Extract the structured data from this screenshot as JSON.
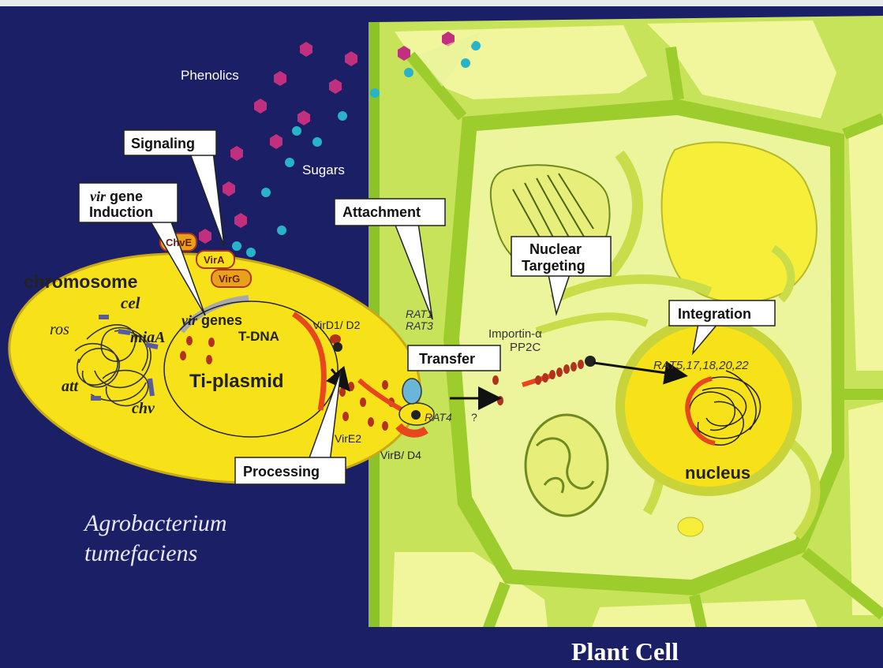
{
  "labels": {
    "phenolics": "Phenolics",
    "sugars": "Sugars",
    "signaling": "Signaling",
    "vir_gene_induction_italic": "vir",
    "vir_gene_induction_rest": " gene",
    "vir_gene_induction_line2": "Induction",
    "chve": "ChvE",
    "vira": "VirA",
    "virg": "VirG",
    "chromosome": "chromosome",
    "cel": "cel",
    "ros": "ros",
    "miaA": "miaA",
    "att": "att",
    "chv": "chv",
    "vir_genes_italic": "vir",
    "vir_genes_rest": " genes",
    "t_dna": "T-DNA",
    "ti_plasmid": "Ti-plasmid",
    "vird1_d2": "VirD1/ D2",
    "vire2": "VirE2",
    "virb_d4": "VirB/ D4",
    "processing": "Processing",
    "attachment": "Attachment",
    "rat1": "RAT1",
    "rat3": "RAT3",
    "transfer": "Transfer",
    "rat4": "RAT4",
    "question": "?",
    "nuclear_targeting_1": "Nuclear",
    "nuclear_targeting_2": "Targeting",
    "importin": "Importin-α",
    "pp2c": "PP2C",
    "integration": "Integration",
    "rat_list": "RAT5,17,18,20,22",
    "nucleus": "nucleus",
    "agrobacterium_1": "Agrobacterium",
    "agrobacterium_2": "tumefaciens",
    "plant_cell": "Plant Cell"
  },
  "colors": {
    "background_navy": "#1b1f66",
    "bacterium_yellow": "#f7e21a",
    "plant_cell_light": "#e8f49a",
    "cell_wall_green": "#9ccd2c",
    "dna_red": "#e8461c",
    "phenolic_magenta": "#c0307e",
    "sugar_cyan": "#29b3c9",
    "chve_orange": "#e8a21a"
  }
}
